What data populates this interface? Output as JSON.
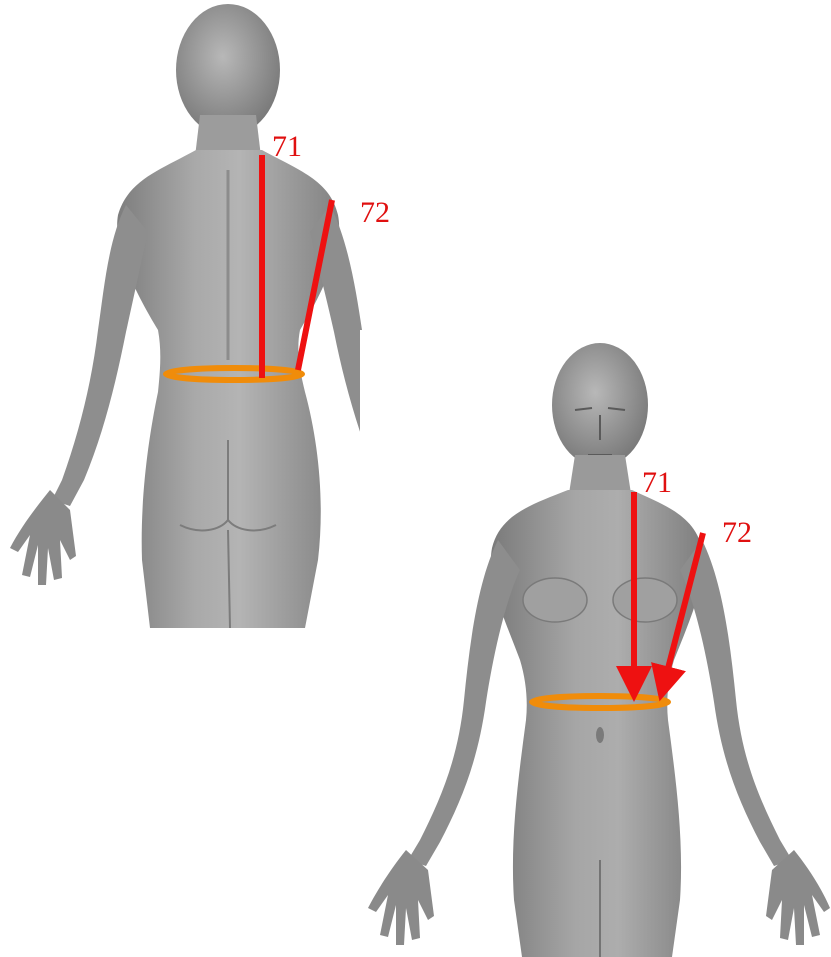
{
  "views": [
    {
      "name": "back",
      "measurements": [
        {
          "id": "71",
          "label": "71",
          "style": "line"
        },
        {
          "id": "72",
          "label": "72",
          "style": "line"
        }
      ]
    },
    {
      "name": "front",
      "measurements": [
        {
          "id": "71",
          "label": "71",
          "style": "arrow"
        },
        {
          "id": "72",
          "label": "72",
          "style": "arrow"
        }
      ]
    }
  ],
  "colors": {
    "measure_line": "#ee1111",
    "waist_band": "#f08c0a",
    "body": "#9a9a9a",
    "label": "#e01010"
  }
}
